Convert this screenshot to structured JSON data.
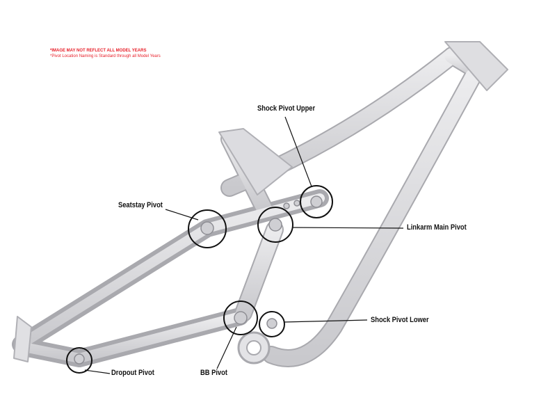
{
  "notes": {
    "line1": "*IMAGE MAY NOT REFLECT ALL MODEL YEARS",
    "line2": "*Pivot Location Naming is Standard through all Model Years"
  },
  "labels": {
    "shock_pivot_upper": "Shock Pivot Upper",
    "seatstay_pivot": "Seatstay Pivot",
    "linkarm_main_pivot": "Linkarm Main Pivot",
    "shock_pivot_lower": "Shock Pivot Lower",
    "bb_pivot": "BB Pivot",
    "dropout_pivot": "Dropout Pivot"
  },
  "colors": {
    "note": "#e8202a",
    "frame": "#d9d9dc",
    "frame_edge": "#a9a9ae",
    "callout": "#111111"
  }
}
